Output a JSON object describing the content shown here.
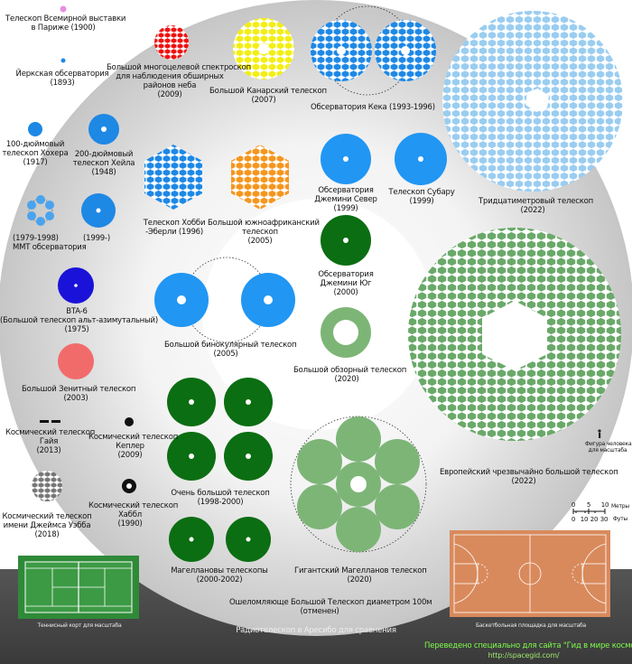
{
  "telescopes": [
    {
      "id": "paris",
      "lines": [
        "Телескоп Всемирной выставки",
        "в Париже (1900)"
      ],
      "color": "#e78ee0"
    },
    {
      "id": "yerkes",
      "lines": [
        "Йеркская обсерватория",
        "(1893)"
      ],
      "color": "#1e88e5"
    },
    {
      "id": "hooker",
      "lines": [
        "100-дюймовый",
        "телескоп Хохера",
        "(1917)"
      ],
      "color": "#1e88e5"
    },
    {
      "id": "hale",
      "lines": [
        "200-дюймовый",
        "телескоп Хейла",
        "(1948)"
      ],
      "color": "#1e88e5"
    },
    {
      "id": "mmt",
      "lines": [
        "(1979-1998)",
        "MMT обсерватория"
      ],
      "color": "#1e88e5"
    },
    {
      "id": "mmt2",
      "lines": [
        "(1999-)"
      ],
      "color": "#1e88e5"
    },
    {
      "id": "bta6",
      "lines": [
        "BTA-6",
        "(Большой телескоп альт-азимутальный)",
        "(1975)"
      ],
      "color": "#1a12d8"
    },
    {
      "id": "zenith",
      "lines": [
        "Большой Зенитный телескоп",
        "(2003)"
      ],
      "color": "#f26b6b"
    },
    {
      "id": "gaia",
      "lines": [
        "Космический телескоп",
        "Гайя",
        "(2013)"
      ],
      "color": "#111111"
    },
    {
      "id": "kepler",
      "lines": [
        "Космический телескоп",
        "Кеплер",
        "(2009)"
      ],
      "color": "#111111"
    },
    {
      "id": "jwst",
      "lines": [
        "Космический телескоп",
        "имени Джеймса Уэбба",
        "(2018)"
      ],
      "color": "#777777"
    },
    {
      "id": "hubble",
      "lines": [
        "Космический телескоп",
        "Хаббл",
        "(1990)"
      ],
      "color": "#111111"
    },
    {
      "id": "lamost",
      "lines": [
        "Большой многоцелевой спектроскоп",
        "для наблюдения обширных",
        "районов неба",
        "(2009)"
      ],
      "color": "#ee1111"
    },
    {
      "id": "gtc",
      "lines": [
        "Большой Канарский телескоп",
        "(2007)"
      ],
      "color": "#f2ef14"
    },
    {
      "id": "keck",
      "lines": [
        "Обсерватория Кека (1993-1996)"
      ],
      "color": "#1e88e5"
    },
    {
      "id": "tmt",
      "lines": [
        "Тридцатиметровый телескоп",
        "(2022)"
      ],
      "color": "#9acdf0"
    },
    {
      "id": "het",
      "lines": [
        "Телескоп Хобби",
        "-Эберли (1996)"
      ],
      "color": "#1e88e5"
    },
    {
      "id": "salt",
      "lines": [
        "Большой южноафриканский",
        "телескоп",
        "(2005)"
      ],
      "color": "#f5961e"
    },
    {
      "id": "gemini_n",
      "lines": [
        "Обсерватория",
        "Джемини Север",
        "(1999)"
      ],
      "color": "#2196f3"
    },
    {
      "id": "subaru",
      "lines": [
        "Телескоп Субару",
        "(1999)"
      ],
      "color": "#2196f3"
    },
    {
      "id": "gemini_s",
      "lines": [
        "Обсерватория",
        "Джемини Юг",
        "(2000)"
      ],
      "color": "#0b6e12"
    },
    {
      "id": "lbt",
      "lines": [
        "Большой бинокулярный телескоп",
        "(2005)"
      ],
      "color": "#2196f3"
    },
    {
      "id": "lsst",
      "lines": [
        "Большой обзорный телескоп",
        "(2020)"
      ],
      "color": "#7db577"
    },
    {
      "id": "elt",
      "lines": [
        "Европейский чрезвычайно большой телескоп",
        "(2022)"
      ],
      "color": "#6aa96a"
    },
    {
      "id": "vlt",
      "lines": [
        "Очень большой телескоп",
        "(1998-2000)"
      ],
      "color": "#0b6e12"
    },
    {
      "id": "gmt",
      "lines": [
        "Гигантский Магелланов телескоп",
        "(2020)"
      ],
      "color": "#7db577"
    },
    {
      "id": "magellan",
      "lines": [
        "Магеллановы телескопы",
        "(2000-2002)"
      ],
      "color": "#0b6e12"
    },
    {
      "id": "owl",
      "lines": [
        "Ошеломляюще Большой Телескоп диаметром 100м",
        "(отменен)"
      ],
      "color": "#111111"
    },
    {
      "id": "arecibo",
      "lines": [
        "Радиотелескоп в Аресибо для сравнения"
      ],
      "color": "#dddddd"
    }
  ],
  "human_figure": {
    "lines": [
      "Фигура человека",
      "для масштаба"
    ]
  },
  "scale_bar": {
    "meters_label": "Метры",
    "feet_label": "Футы",
    "meters_ticks": [
      "0",
      "5",
      "10"
    ],
    "feet_ticks": [
      "0",
      "10",
      "20",
      "30"
    ]
  },
  "courts": {
    "tennis": "Теннисный корт для масштаба",
    "basketball": "Баскетбольная площадка для масштаба"
  },
  "credit": {
    "line1": "Переведено специально для сайта \"Гид в мире космоса\"",
    "line2": "http://spacegid.com/"
  }
}
